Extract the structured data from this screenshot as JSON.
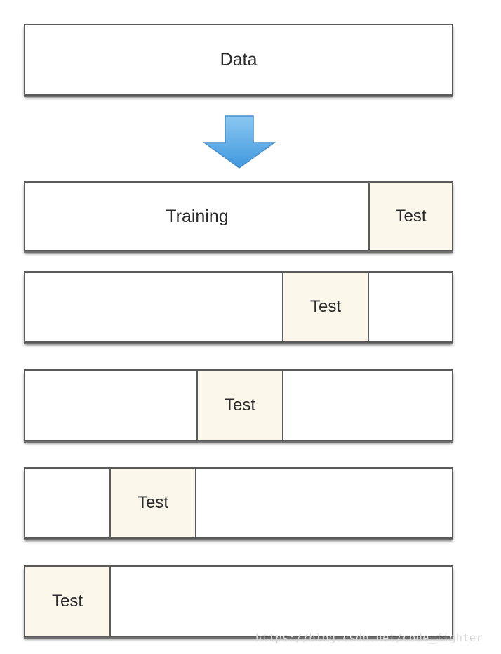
{
  "data_box": {
    "label": "Data"
  },
  "folds": [
    {
      "training_label": "Training",
      "test_label": "Test"
    },
    {
      "test_label": "Test"
    },
    {
      "test_label": "Test"
    },
    {
      "test_label": "Test"
    },
    {
      "test_label": "Test"
    }
  ],
  "watermark": "https://blog.csdn.net/code_fighter",
  "colors": {
    "test_fill": "#fbf7ea",
    "arrow": "#5aaee8",
    "border": "#5a5a5a"
  },
  "icons": {
    "arrow": "down-arrow-icon"
  }
}
